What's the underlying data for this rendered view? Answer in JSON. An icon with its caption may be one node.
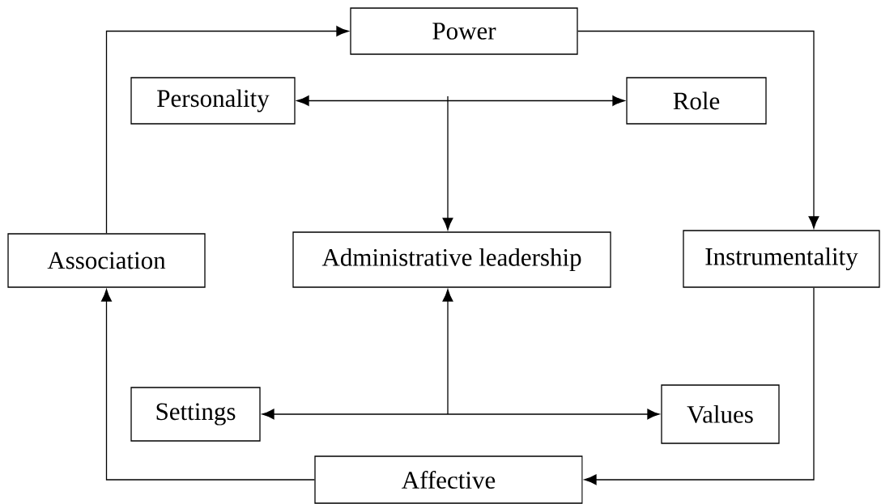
{
  "diagram": {
    "nodes": [
      {
        "text": [
          "Power"
        ]
      },
      {
        "text": [
          "Personality"
        ]
      },
      {
        "text": [
          "Role"
        ]
      },
      {
        "text": [
          "Association"
        ]
      },
      {
        "text": [
          "Administrative leadership"
        ]
      },
      {
        "text": [
          "Instrumentality"
        ]
      },
      {
        "text": [
          "Settings"
        ]
      },
      {
        "text": [
          "Values"
        ]
      },
      {
        "text": [
          "Affective"
        ]
      }
    ],
    "edges": [
      {
        "from": 3,
        "to": 0,
        "arrow": "to"
      },
      {
        "from": 0,
        "to": 5,
        "arrow": "to"
      },
      {
        "from": 5,
        "to": 8,
        "arrow": "to"
      },
      {
        "from": 8,
        "to": 3,
        "arrow": "to"
      },
      {
        "from": 1,
        "to": 2,
        "arrow": "both"
      },
      {
        "from": null,
        "to": 4,
        "arrow": "to"
      },
      {
        "from": 6,
        "to": 7,
        "arrow": "both"
      },
      {
        "from": null,
        "to": 4,
        "arrow": "to"
      }
    ]
  }
}
